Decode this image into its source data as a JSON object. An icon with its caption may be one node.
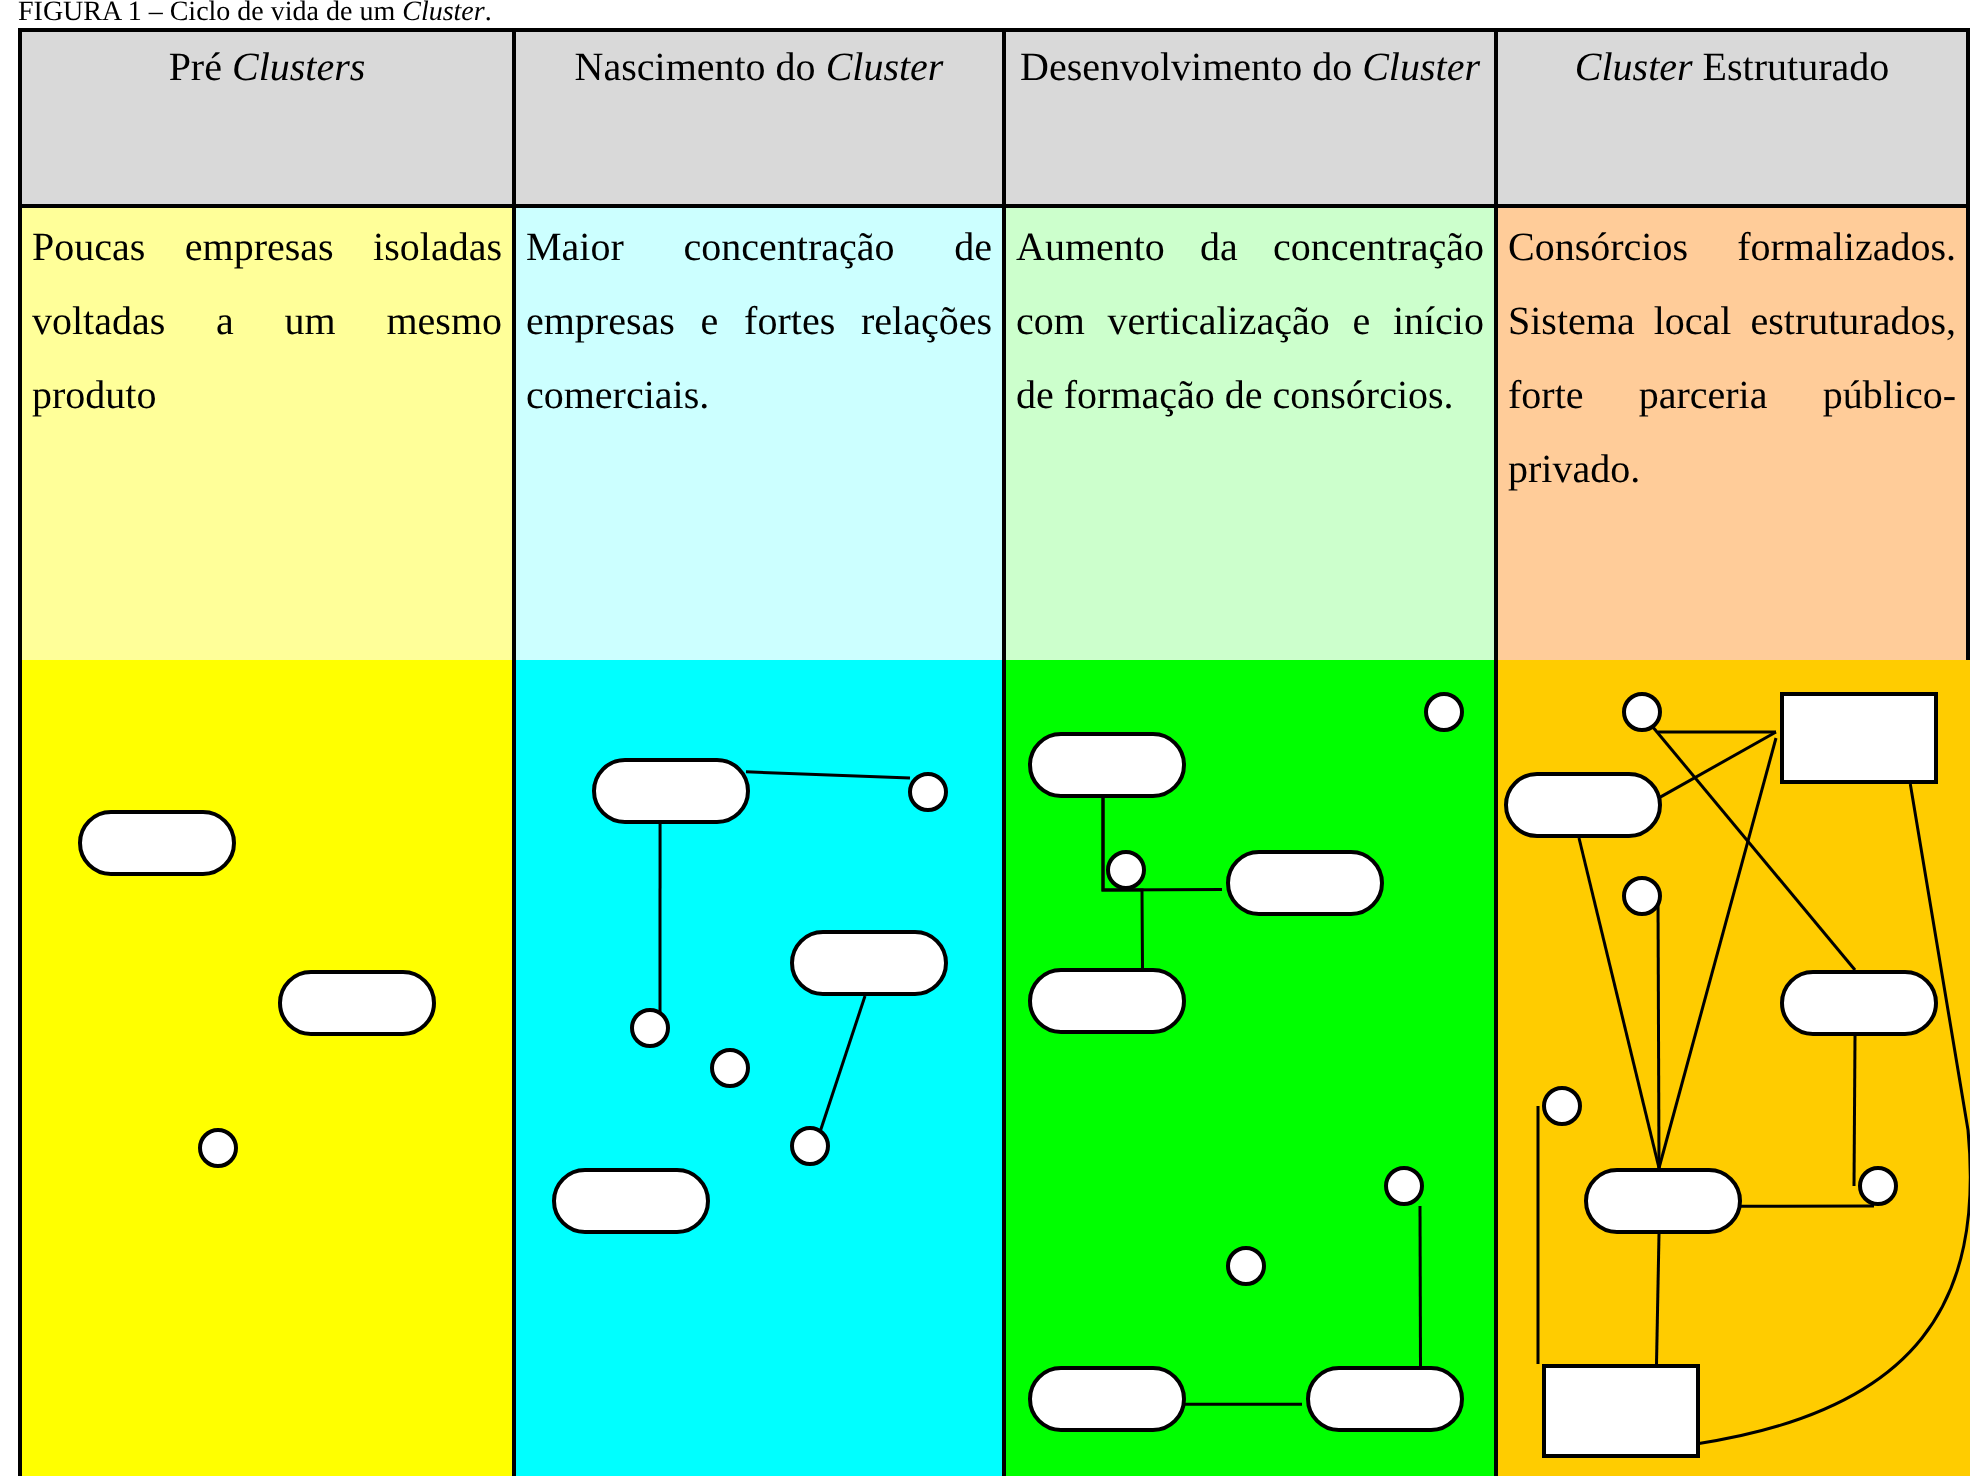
{
  "diagram": {
    "title": "FIGURA 1 – Ciclo de vida de um *Cluster*.",
    "nodes": [
      {
        "text": [],
        "shape": "box"
      },
      {
        "text": [],
        "shape": "pill",
        "in": 0
      },
      {
        "text": [],
        "shape": "pill",
        "in": 0
      },
      {
        "text": [],
        "shape": "circle",
        "in": 0
      },
      {
        "text": [],
        "shape": "box"
      },
      {
        "text": [],
        "shape": "pill",
        "in": 4
      },
      {
        "text": [],
        "shape": "circle",
        "in": 4
      },
      {
        "text": [],
        "shape": "pill",
        "in": 4
      },
      {
        "text": [],
        "shape": "circle",
        "in": 4
      },
      {
        "text": [],
        "shape": "circle",
        "in": 4
      },
      {
        "text": [],
        "shape": "circle",
        "in": 4
      },
      {
        "text": [],
        "shape": "pill",
        "in": 4
      },
      {
        "text": [],
        "shape": "box"
      },
      {
        "text": [],
        "shape": "circle",
        "in": 12
      },
      {
        "text": [],
        "shape": "pill",
        "in": 12
      },
      {
        "text": [],
        "shape": "circle",
        "in": 12
      },
      {
        "text": [],
        "shape": "pill",
        "in": 12
      },
      {
        "text": [],
        "shape": "pill",
        "in": 12
      },
      {
        "text": [],
        "shape": "circle",
        "in": 12
      },
      {
        "text": [],
        "shape": "circle",
        "in": 12
      },
      {
        "text": [],
        "shape": "pill",
        "in": 12
      },
      {
        "text": [],
        "shape": "pill",
        "in": 12
      },
      {
        "text": [],
        "shape": "box"
      },
      {
        "text": [],
        "shape": "circle",
        "in": 22
      },
      {
        "text": [],
        "shape": "box",
        "in": 22
      },
      {
        "text": [],
        "shape": "pill",
        "in": 22
      },
      {
        "text": [],
        "shape": "circle",
        "in": 22
      },
      {
        "text": [],
        "shape": "pill",
        "in": 22
      },
      {
        "text": [],
        "shape": "circle",
        "in": 22
      },
      {
        "text": [],
        "shape": "pill",
        "in": 22
      },
      {
        "text": [],
        "shape": "circle",
        "in": 22
      },
      {
        "text": [],
        "shape": "box",
        "in": 22
      }
    ],
    "edges": [
      {
        "from": 5,
        "to": 6,
        "arrow": "none"
      },
      {
        "from": 5,
        "to": 8,
        "arrow": "none"
      },
      {
        "from": 7,
        "to": 10,
        "arrow": "none"
      },
      {
        "from": 14,
        "to": 16,
        "arrow": "none"
      },
      {
        "from": 14,
        "to": 17,
        "arrow": "none"
      },
      {
        "from": 20,
        "to": 21,
        "arrow": "none"
      },
      {
        "from": 18,
        "to": 21,
        "arrow": "none"
      },
      {
        "from": 23,
        "to": 24,
        "arrow": "none"
      },
      {
        "from": 23,
        "to": 27,
        "arrow": "none"
      },
      {
        "from": 25,
        "to": 24,
        "arrow": "none"
      },
      {
        "from": 25,
        "to": 29,
        "arrow": "none"
      },
      {
        "from": 24,
        "to": 29,
        "arrow": "none"
      },
      {
        "from": 26,
        "to": 29,
        "arrow": "none"
      },
      {
        "from": 27,
        "to": 30,
        "arrow": "none"
      },
      {
        "from": 29,
        "to": 30,
        "arrow": "none"
      },
      {
        "from": 29,
        "to": 31,
        "arrow": "none"
      },
      {
        "from": 28,
        "to": 31,
        "arrow": "none"
      },
      {
        "from": 24,
        "to": 31,
        "arrow": "none"
      }
    ],
    "labels": [
      "Pré *Clusters*",
      "Nascimento do *Cluster*",
      "Desenvolvimento do *Cluster*",
      "*Cluster* Estruturado",
      "Poucas empresas isoladas voltadas a um mesmo produto",
      "Maior concentração de empresas e fortes relações comerciais.",
      "Aumento da concentração com verticalização e início de formação de consórcios.",
      "Consórcios formalizados. Sistema local estruturados, forte parceria público-privado."
    ]
  }
}
